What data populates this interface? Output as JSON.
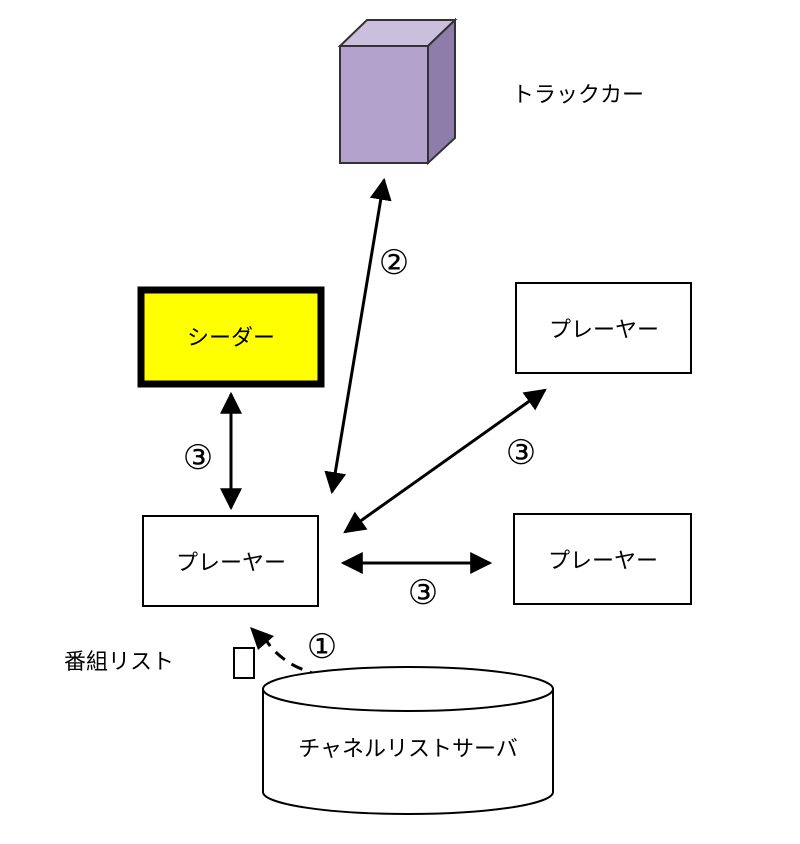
{
  "nodes": {
    "tracker": "トラックカー",
    "seeder": "シーダー",
    "player_main": "プレーヤー",
    "player_top_right": "プレーヤー",
    "player_mid_right": "プレーヤー",
    "channel_server": "チャネルリストサーバ",
    "program_list": "番組リスト"
  },
  "steps": {
    "one": "①",
    "two": "②",
    "three_seeder": "③",
    "three_top_right": "③",
    "three_mid_right": "③"
  },
  "colors": {
    "seeder_fill": "#ffff00",
    "tracker_front": "#b3a2cc",
    "tracker_top": "#cbbfde",
    "tracker_side": "#8e7cab",
    "line": "#000000"
  }
}
